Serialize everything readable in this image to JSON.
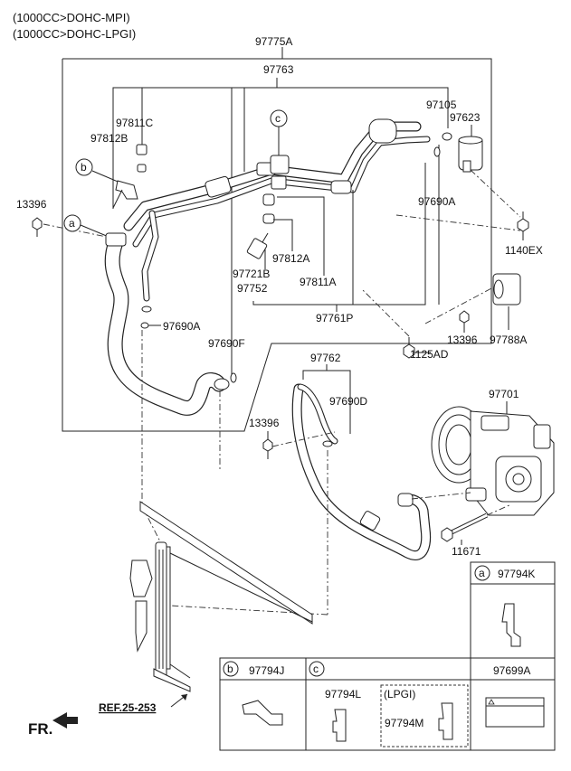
{
  "header": {
    "line1": "(1000CC>DOHC-MPI)",
    "line2": "(1000CC>DOHC-LPGI)"
  },
  "callouts": {
    "p97775A": "97775A",
    "p97763": "97763",
    "p97811C": "97811C",
    "p97812B": "97812B",
    "p97105": "97105",
    "p97623": "97623",
    "p13396_left": "13396",
    "p97690A_right": "97690A",
    "p1140EX": "1140EX",
    "p97812A": "97812A",
    "p97721B": "97721B",
    "p97752": "97752",
    "p97811A": "97811A",
    "p97761P": "97761P",
    "p97690A_left": "97690A",
    "p97690F": "97690F",
    "p13396_mid": "13396",
    "p97788A": "97788A",
    "p1125AD": "1125AD",
    "p97762": "97762",
    "p97690D": "97690D",
    "p13396_low": "13396",
    "p97701": "97701",
    "p11671": "11671",
    "ref": "REF.25-253",
    "fr": "FR."
  },
  "circle_refs": {
    "a": "a",
    "b": "b",
    "c": "c"
  },
  "legend": {
    "a_part": "97794K",
    "b_part": "97794J",
    "c_part1": "97794L",
    "lpgi": "(LPGI)",
    "c_part2": "97794M",
    "label_part": "97699A"
  }
}
